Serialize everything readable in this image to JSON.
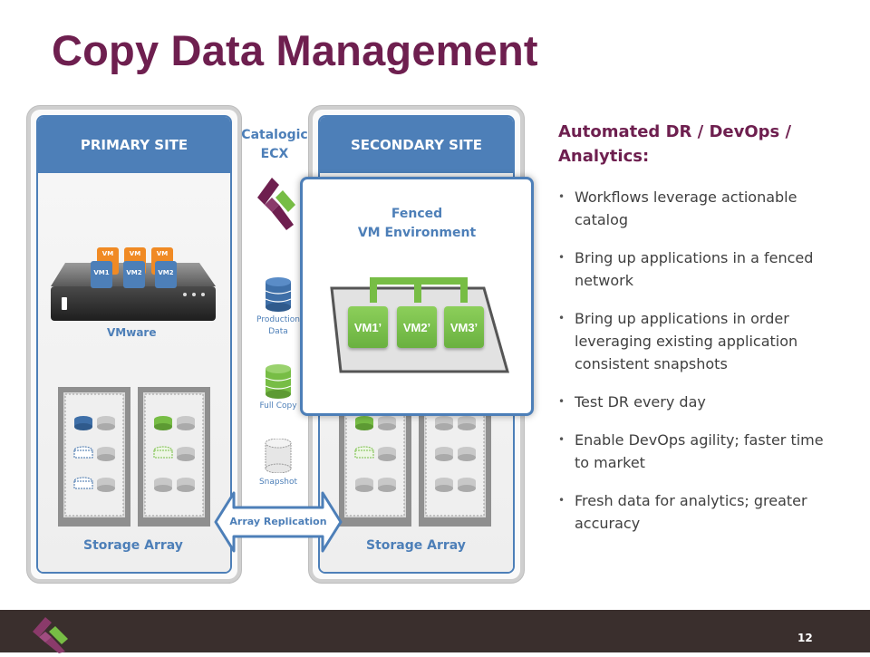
{
  "title": "Copy Data Management",
  "primary_site": {
    "header": "PRIMARY SITE",
    "vmware_label": "VMware",
    "vm_back": [
      "VM",
      "VM",
      "VM"
    ],
    "vm_front": [
      "VM1",
      "VM2",
      "VM2"
    ],
    "storage_label": "Storage Array"
  },
  "catalogic": {
    "line1": "Catalogic",
    "line2": "ECX",
    "production_data": "Production Data",
    "full_copy": "Full Copy",
    "snapshot": "Snapshot"
  },
  "secondary_site": {
    "header": "SECONDARY SITE",
    "storage_label": "Storage Array"
  },
  "fenced": {
    "line1": "Fenced",
    "line2": "VM Environment",
    "vms": [
      "VM1’",
      "VM2’",
      "VM3’"
    ]
  },
  "replication_label": "Array Replication",
  "right": {
    "heading": "Automated DR / DevOps / Analytics:",
    "bullets": [
      "Workflows leverage actionable catalog",
      "Bring up applications in a fenced network",
      "Bring up applications in order leveraging existing application consistent snapshots",
      "Test DR every day",
      "Enable DevOps agility; faster time to market",
      "Fresh data for analytics; greater accuracy"
    ]
  },
  "page_number": "12",
  "colors": {
    "title": "#6e1f4f",
    "site_blue": "#4d7fb8",
    "vm_orange": "#f08a24",
    "vm_green": "#77bd45",
    "footer": "#3a2f2d"
  }
}
